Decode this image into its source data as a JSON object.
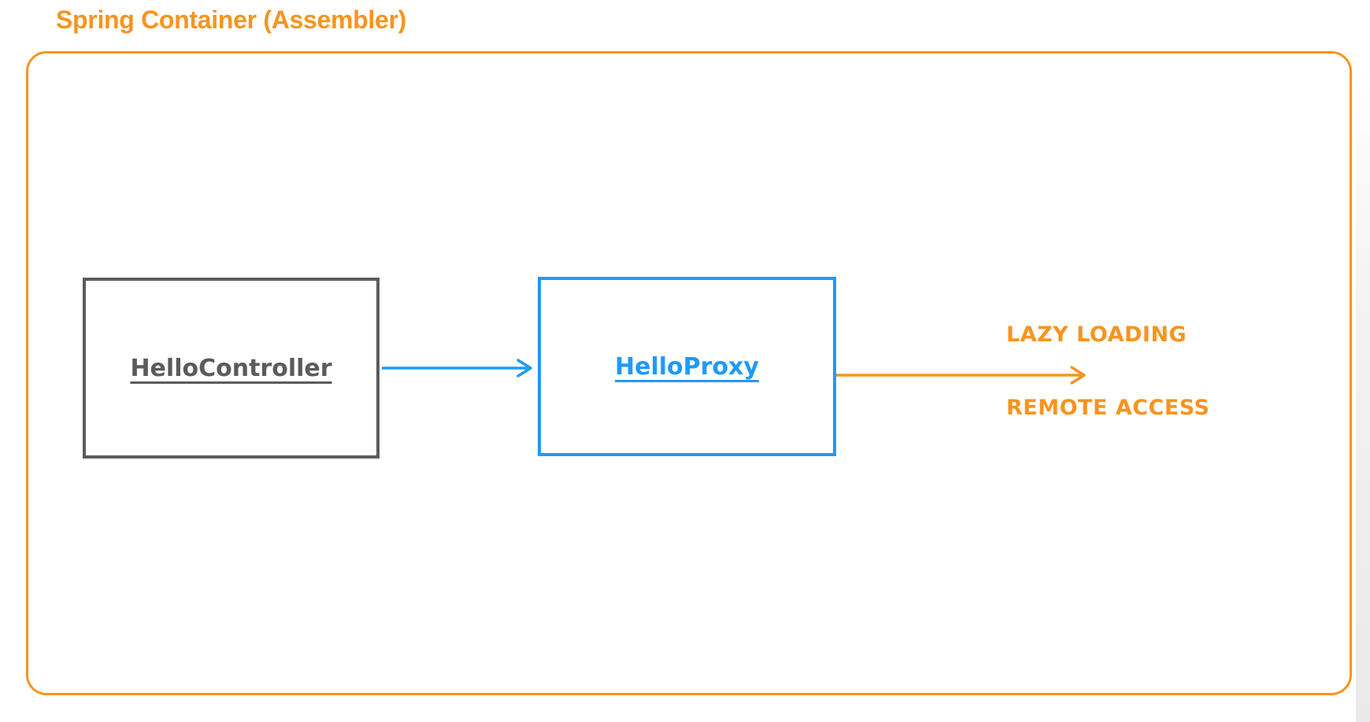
{
  "page": {
    "title": "Spring Container (Assembler)"
  },
  "diagram": {
    "nodes": [
      {
        "id": "hello-controller",
        "label": "HelloController",
        "accent": "#5B5B5B"
      },
      {
        "id": "hello-proxy",
        "label": "HelloProxy",
        "accent": "#1E9AFF"
      }
    ],
    "edges": [
      {
        "from": "hello-controller",
        "to": "hello-proxy",
        "color": "#1E9AFF",
        "style": "arrow-right"
      },
      {
        "from": "hello-proxy",
        "to": "annotations",
        "color": "#F7941E",
        "style": "arrow-right"
      }
    ],
    "annotations": [
      {
        "label": "LAZY LOADING"
      },
      {
        "label": "REMOTE ACCESS"
      }
    ]
  },
  "colors": {
    "orange": "#F7941E",
    "blue": "#1E9AFF",
    "gray": "#5B5B5B"
  }
}
